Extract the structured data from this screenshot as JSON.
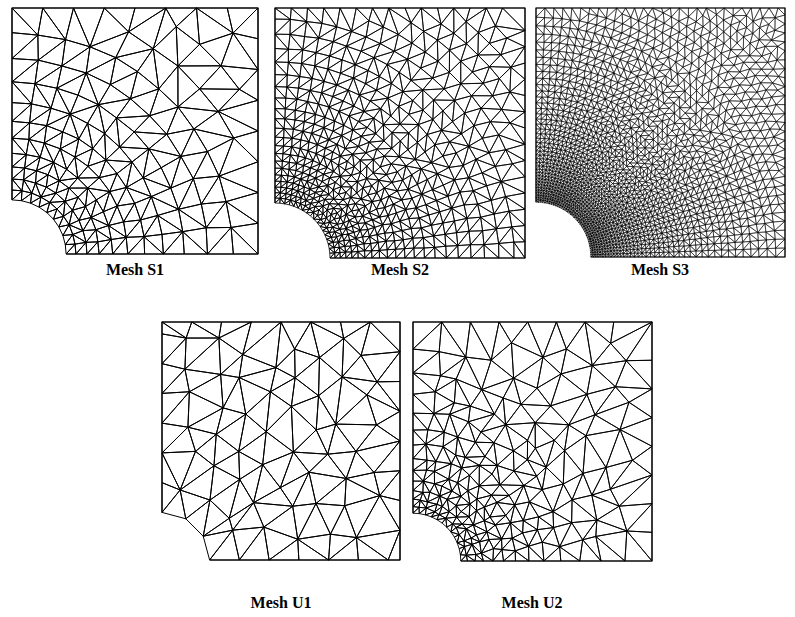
{
  "diagram": {
    "labels": [
      "Mesh S1",
      "Mesh S2",
      "Mesh S3",
      "Mesh U1",
      "Mesh U2"
    ]
  }
}
